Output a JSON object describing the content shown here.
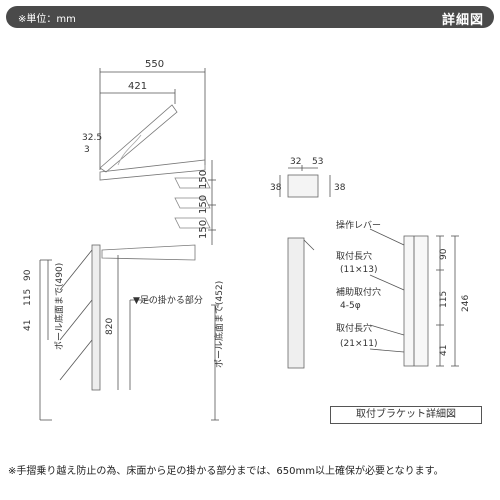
{
  "header": {
    "unit": "※単位：mm",
    "badge": "詳細図"
  },
  "left_dims": {
    "top_width": "550",
    "arm_width": "421",
    "small_325": "32.5",
    "small_3": "3",
    "h150_a": "150",
    "h150_b": "150",
    "h150_c": "150",
    "left_90": "90",
    "left_115": "115",
    "left_41": "41",
    "h820": "820",
    "pole_to_foot": "ポール底面まで(490)",
    "pole_to_bottom": "ポール底面まで(452)",
    "foot_label": "▼足の掛かる部分"
  },
  "bracket_dims": {
    "top_32": "32",
    "top_53": "53",
    "left_38": "38",
    "right_38": "38",
    "lever": "操作レバー",
    "mount_hole_1": "取付長穴",
    "mount_hole_1_size": "(11×13)",
    "aux_hole": "補助取付穴",
    "aux_hole_size": "4-5φ",
    "mount_hole_2": "取付長穴",
    "mount_hole_2_size": "(21×11)",
    "r90": "90",
    "r115": "115",
    "r41": "41",
    "r246": "246"
  },
  "caption": "取付ブラケット詳細図",
  "footnote": "※手摺乗り越え防止の為、床面から足の掛かる部分までは、650mm以上確保が必要となります。"
}
